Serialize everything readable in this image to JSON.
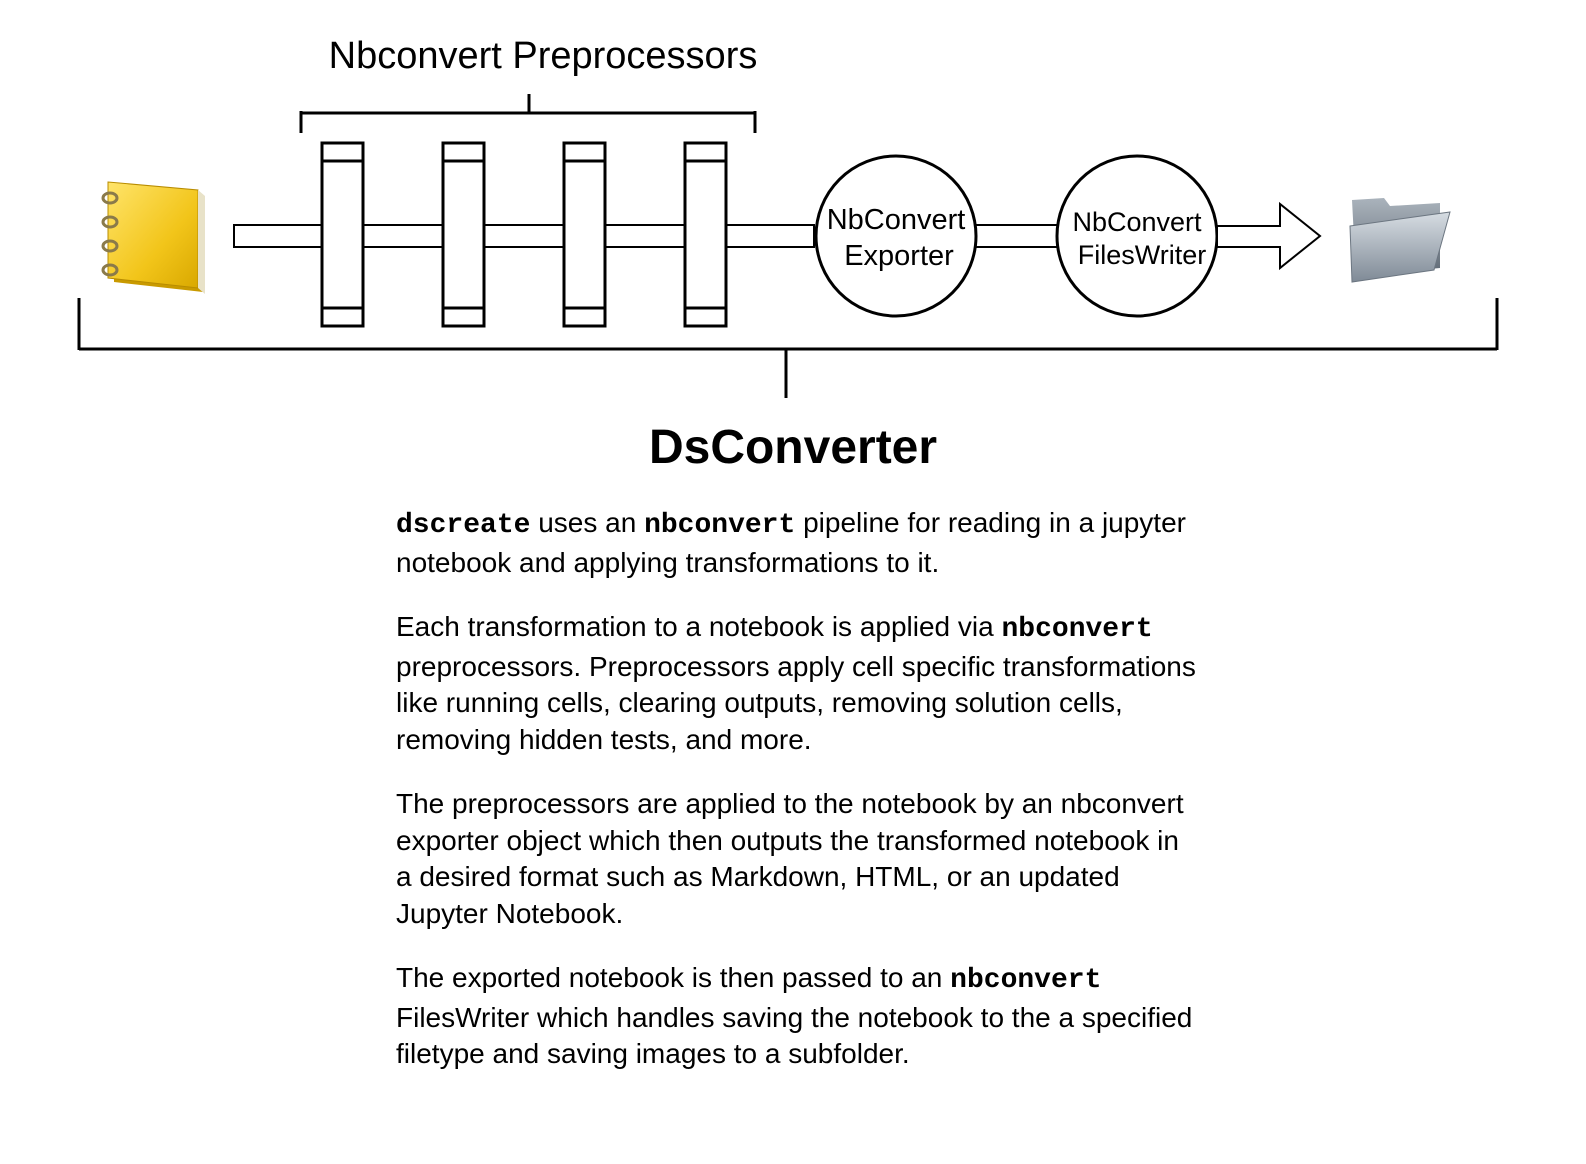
{
  "diagram": {
    "preprocessors_label": "Nbconvert Preprocessors",
    "exporter_label_line1": "NbConvert",
    "exporter_label_line2": "Exporter",
    "fileswriter_label_line1": "NbConvert",
    "fileswriter_label_line2": "FilesWriter",
    "preprocessor_count": 4,
    "input_icon": "notebook-icon",
    "output_icon": "folder-icon",
    "colors": {
      "stroke": "#000000",
      "notebook": "#f2c51a",
      "folder": "#9aa3ad"
    }
  },
  "title": "DsConverter",
  "paragraphs": {
    "p1": {
      "c1": "dscreate",
      "t1": " uses an ",
      "c2": "nbconvert",
      "t2": " pipeline for reading in a jupyter notebook and applying transformations to it."
    },
    "p2": {
      "t1": "Each transformation to a notebook is applied via ",
      "c1": "nbconvert",
      "t2": "  preprocessors. Preprocessors apply cell specific transformations like running cells, clearing outputs, removing solution cells, removing hidden tests, and more."
    },
    "p3": {
      "t1": "The preprocessors are applied to the notebook by an nbconvert exporter object which then outputs the transformed notebook in a desired format such as Markdown, HTML, or an updated Jupyter Notebook."
    },
    "p4": {
      "t1": "The exported notebook is then passed to an ",
      "c1": "nbconvert",
      "t2": " FilesWriter which handles saving the notebook to the a specified filetype and saving images to a subfolder."
    }
  }
}
